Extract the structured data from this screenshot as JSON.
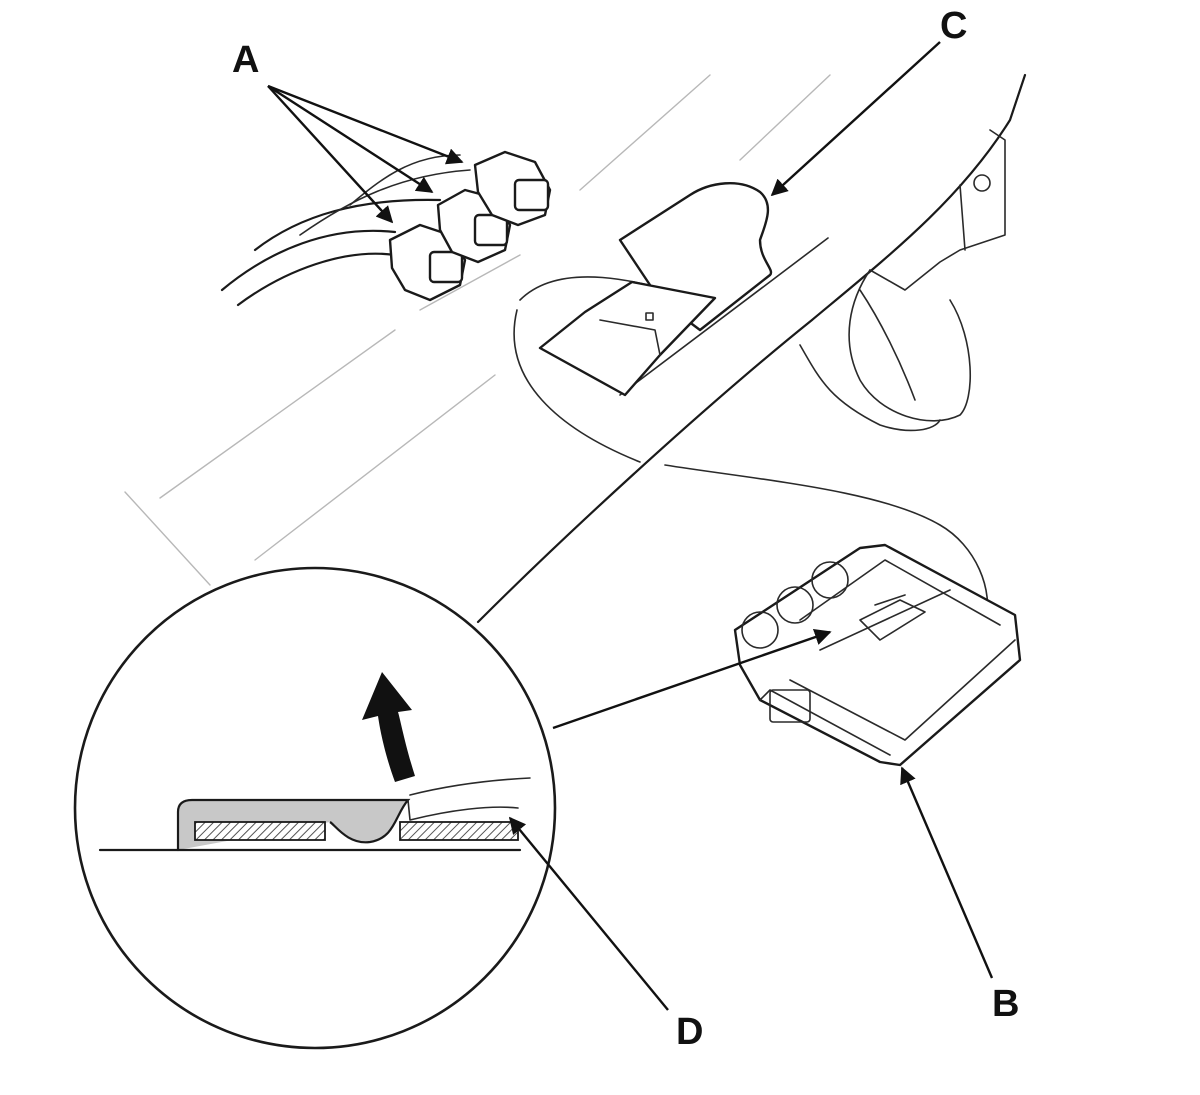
{
  "callouts": {
    "a": "A",
    "b": "B",
    "c": "C",
    "d": "D"
  },
  "colors": {
    "line": "#1a1a1a",
    "faint": "#b8b8b8",
    "clip_fill": "#c8c8c8",
    "background": "#ffffff"
  }
}
